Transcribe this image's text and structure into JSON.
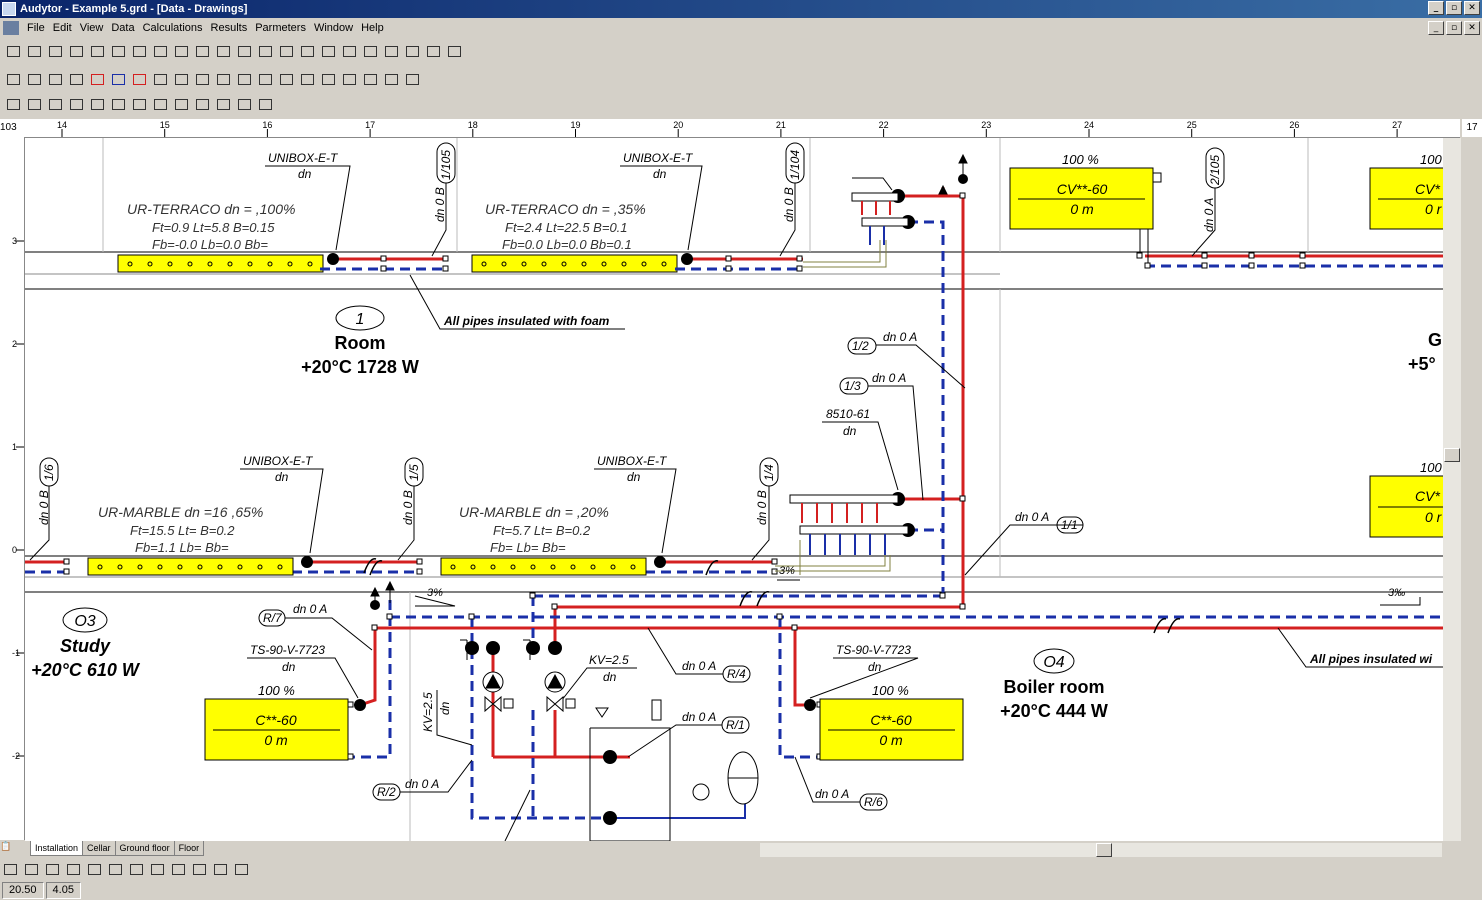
{
  "window": {
    "title": "Audytor - Example 5.grd - [Data - Drawings]",
    "controls": {
      "minimize": "_",
      "restore": "▫",
      "close": "✕"
    }
  },
  "menu": [
    "File",
    "Edit",
    "View",
    "Data",
    "Calculations",
    "Results",
    "Parmeters",
    "Window",
    "Help"
  ],
  "toolbar": {
    "row1_icons": [
      "new-file-icon",
      "open-folder-icon",
      "save-icon",
      "print-preview-icon",
      "print-icon",
      "export-icon",
      "import-icon",
      "cut-icon",
      "copy-icon",
      "paste-icon",
      "undo-icon",
      "find-icon",
      "building-icon",
      "template-icon",
      "pipe-split-icon",
      "calculator-icon",
      "mirror-icon",
      "stop-icon",
      "radiation-icon",
      "gear-icon",
      "flip-vertical-icon",
      "flip-vertical-alt-icon"
    ],
    "row2_icons": [
      "pencil-check-icon",
      "pan-icon",
      "zoom-icon",
      "pointer-icon",
      "supply-pipe-icon",
      "return-pipe-icon",
      "supply-pipe-alt-icon",
      "pipe-end-icon",
      "elbow-icon",
      "curve-icon",
      "angle45-icon",
      "angle45b-icon",
      "valve-icon",
      "bend-icon",
      "bracket-icon",
      "tee-icon",
      "riser-icon",
      "fitting-icon",
      "fitting-alt-icon",
      "connector-icon"
    ],
    "row3_icons": [
      "table-icon",
      "zoom-in-icon",
      "zoom-out-icon",
      "eraser-icon",
      "pipe-insert-icon",
      "radiator-icon",
      "fixture-icon",
      "room-icon",
      "info-icon",
      "list-icon",
      "paint-icon",
      "network-icon",
      "grid-icon"
    ]
  },
  "rulers": {
    "top_corner": "103",
    "top_ticks": [
      "14",
      "15",
      "16",
      "17",
      "18",
      "19",
      "20",
      "21",
      "22",
      "23",
      "24",
      "25",
      "26",
      "27"
    ],
    "right_corner": "17",
    "left_ticks": [
      "3",
      "2",
      "1",
      "0",
      "-1",
      "-2"
    ]
  },
  "drawing": {
    "unibox1": {
      "name": "UNIBOX-E-T",
      "dn": "dn"
    },
    "unibox2": {
      "name": "UNIBOX-E-T",
      "dn": "dn"
    },
    "unibox3": {
      "name": "UNIBOX-E-T",
      "dn": "dn"
    },
    "unibox4": {
      "name": "UNIBOX-E-T",
      "dn": "dn"
    },
    "floor1": {
      "l1": "UR-TERRACO dn =   ,100%",
      "l2": "Ft=0.9 Lt=5.8 B=0.15",
      "l3": "Fb=-0.0 Lb=0.0 Bb="
    },
    "floor2": {
      "l1": "UR-TERRACO dn =   ,35%",
      "l2": "Ft=2.4 Lt=22.5 B=0.1",
      "l3": "Fb=0.0 Lb=0.0 Bb=0.1"
    },
    "floor3": {
      "l1": "UR-MARBLE dn =16   ,65%",
      "l2": "Ft=15.5 Lt= B=0.2",
      "l3": "Fb=1.1 Lb= Bb="
    },
    "floor4": {
      "l1": "UR-MARBLE dn =   ,20%",
      "l2": "Ft=5.7 Lt= B=0.2",
      "l3": "Fb= Lb= Bb="
    },
    "rot_dn0b": "dn 0 B",
    "rot_dn0a": "dn 0 A",
    "circ": {
      "c1_105": "1/105",
      "c1_104": "1/104",
      "c2_105": "2/105",
      "c1_6": "1/6",
      "c1_5": "1/5",
      "c1_4": "1/4",
      "c1_2": "1/2",
      "c1_3": "1/3",
      "c1_1": "1/1",
      "r7": "R/7",
      "r4": "R/4",
      "r1": "R/1",
      "r2": "R/2",
      "r6": "R/6"
    },
    "dn0a": "dn 0 A",
    "insulation": "All pipes insulated with foam",
    "insulation_cut": "All pipes insulated wi",
    "room1": {
      "number": "1",
      "name": "Room",
      "info": "+20°C 1728 W"
    },
    "roomG": {
      "number": "",
      "name": "G",
      "info": "+5°"
    },
    "roomO3": {
      "number": "O3",
      "name": "Study",
      "info": "+20°C 610 W"
    },
    "roomO4": {
      "number": "O4",
      "name": "Boiler room",
      "info": "+20°C 444 W"
    },
    "manifold_label": "8510-61",
    "manifold_dn": "dn",
    "rad_cv1": {
      "pct": "100 %",
      "type": "CV**-60",
      "len": "0 m"
    },
    "rad_cv2": {
      "pct": "100",
      "type": "CV*",
      "len": "0 r"
    },
    "rad_cv3": {
      "pct": "100",
      "type": "CV*",
      "len": "0 r"
    },
    "rad_c1": {
      "pct": "100 %",
      "type": "C**-60",
      "len": "0 m",
      "valve": "TS-90-V-7723",
      "dn": "dn"
    },
    "rad_c2": {
      "pct": "100 %",
      "type": "C**-60",
      "len": "0 m",
      "valve": "TS-90-V-7723",
      "dn": "dn"
    },
    "slope": "3%",
    "slope2": "3‰",
    "kv1": "KV=2.5",
    "kv1_dn": "dn",
    "kv2": "KV=2.5",
    "kv2_dn": "dn"
  },
  "sheet_tabs": [
    "Installation",
    "Cellar",
    "Ground floor",
    "Floor"
  ],
  "active_tab": "Installation",
  "status": {
    "x": "20.50",
    "y": "4.05"
  },
  "colors": {
    "supply": "#d42020",
    "return": "#1a2fa8",
    "radiator": "#ffff00",
    "background": "#ffffff"
  }
}
